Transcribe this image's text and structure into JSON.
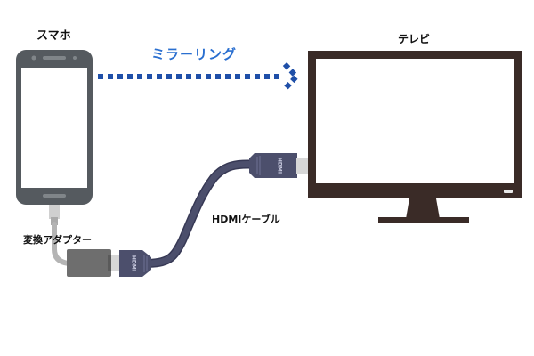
{
  "labels": {
    "phone": "スマホ",
    "tv": "テレビ",
    "mirroring": "ミラーリング",
    "hdmi_cable": "HDMIケーブル",
    "adapter": "変換アダプター",
    "connector_mark": "HDMI"
  },
  "colors": {
    "phone_body": "#555a5f",
    "phone_screen": "#ffffff",
    "tv_frame": "#3a2b27",
    "tv_screen": "#ffffff",
    "cable": "#4c4f6c",
    "cable_edge": "#373955",
    "connector_metal": "#d7d7d7",
    "adapter_body": "#6e6e6e",
    "arrow": "#1f4fa8",
    "mirroring_text": "#2a6fd0"
  },
  "icons": {
    "phone": "smartphone-icon",
    "tv": "television-icon",
    "arrow": "dotted-arrow-right-icon"
  }
}
